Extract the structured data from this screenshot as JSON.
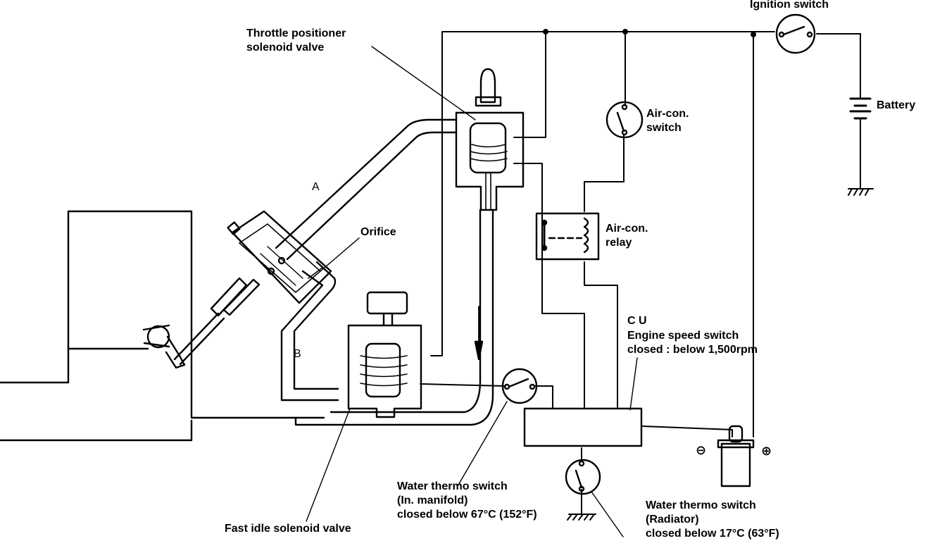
{
  "labels": {
    "ignition_switch": "Ignition switch",
    "throttle_positioner_1": "Throttle positioner",
    "throttle_positioner_2": "solenoid valve",
    "battery": "Battery",
    "aircon_switch_1": "Air-con.",
    "aircon_switch_2": "switch",
    "hose_a": "A",
    "orifice": "Orifice",
    "aircon_relay_1": "Air-con.",
    "aircon_relay_2": "relay",
    "cu_1": "C U",
    "cu_2": "Engine speed switch",
    "cu_3": "closed : below 1,500rpm",
    "hose_b": "B",
    "coil_minus": "⊖",
    "coil_plus": "⊕",
    "wt_manifold_1": "Water thermo switch",
    "wt_manifold_2": "(In. manifold)",
    "wt_manifold_3": "closed below 67°C (152°F)",
    "wt_radiator_1": "Water thermo switch",
    "wt_radiator_2": "(Radiator)",
    "wt_radiator_3": "closed below 17°C (63°F)",
    "fast_idle": "Fast idle solenoid valve"
  }
}
